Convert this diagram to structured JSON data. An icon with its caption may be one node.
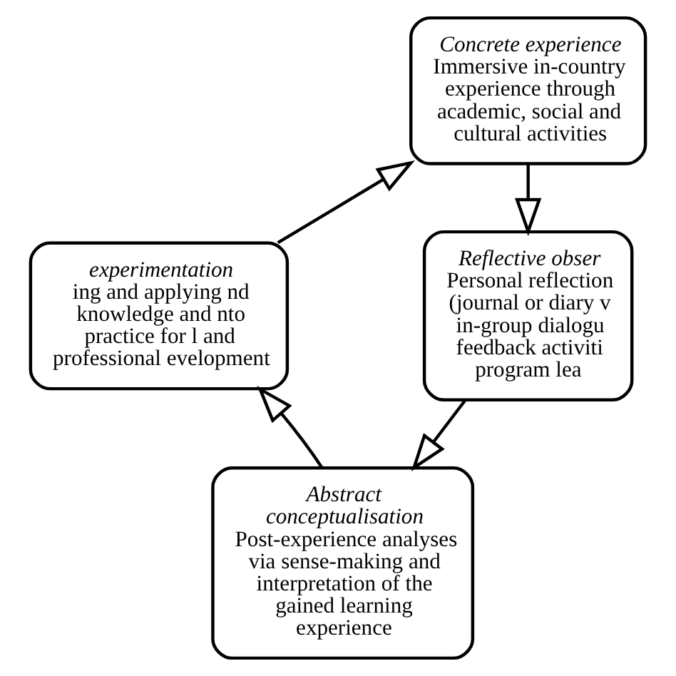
{
  "diagram": {
    "nodes": [
      {
        "text": [
          "Concrete experience",
          "Immersive in-country experience through academic, social and cultural activities"
        ]
      },
      {
        "text": [
          "Reflective obser",
          "Personal reflection (journal or diary v in-group dialogu feedback activiti program lea"
        ]
      },
      {
        "text": [
          "Abstract conceptualisation",
          "Post-experience analyses via sense-making and interpretation of the gained learning experience"
        ]
      },
      {
        "text": [
          "experimentation",
          "ing and applying nd knowledge and nto practice for l and professional evelopment"
        ]
      }
    ],
    "edges": [
      {
        "from": 0,
        "to": 1,
        "arrow": "to"
      },
      {
        "from": 1,
        "to": 2,
        "arrow": "to"
      },
      {
        "from": 2,
        "to": 3,
        "arrow": "to"
      },
      {
        "from": 3,
        "to": 0,
        "arrow": "to"
      }
    ]
  }
}
